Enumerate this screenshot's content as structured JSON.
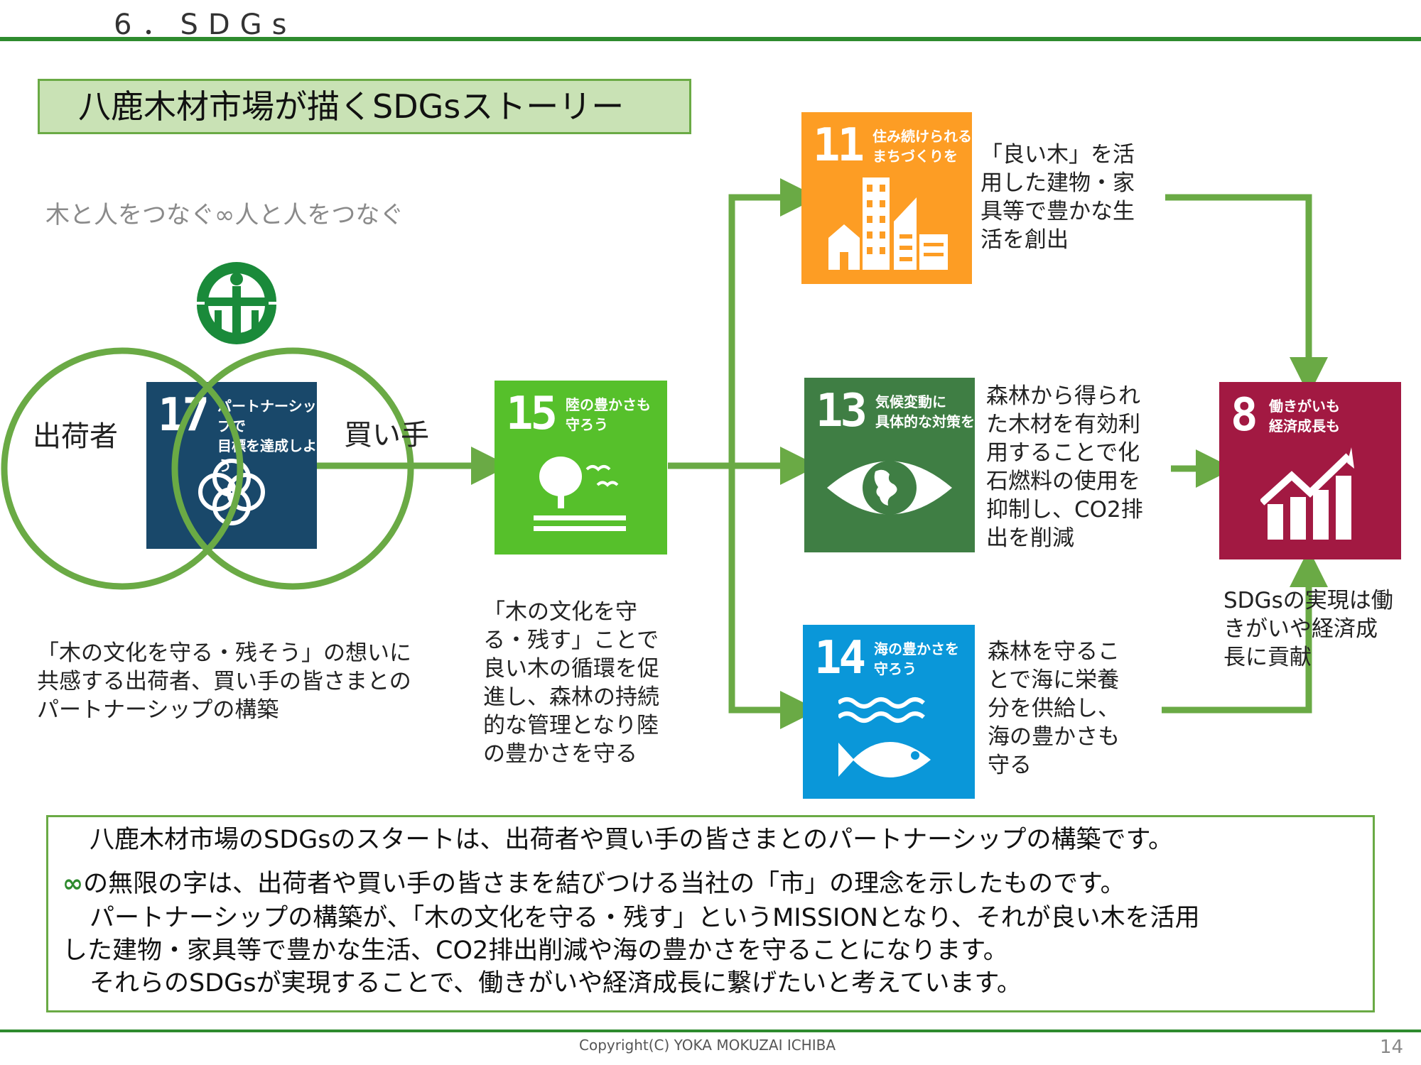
{
  "header": {
    "section_title": "6．SDGs"
  },
  "story": {
    "title": "八鹿木材市場が描くSDGsストーリー",
    "tagline": "木と人をつなぐ∞人と人をつなぐ"
  },
  "partnership": {
    "shipper_label": "出荷者",
    "buyer_label": "買い手",
    "description_lines": [
      "「木の文化を守る・残そう」の想いに",
      "共感する出荷者、買い手の皆さまとの",
      "パートナーシップの構築"
    ]
  },
  "goals": {
    "g17": {
      "number": "17",
      "caption_lines": [
        "パートナーシップで",
        "目標を達成しよう"
      ],
      "color": "#19486a"
    },
    "g15": {
      "number": "15",
      "caption_lines": [
        "陸の豊かさも",
        "守ろう"
      ],
      "color": "#56c02b",
      "description_lines": [
        "「木の文化を守",
        "る・残す」ことで",
        "良い木の循環を促",
        "進し、森林の持続",
        "的な管理となり陸",
        "の豊かさを守る"
      ]
    },
    "g11": {
      "number": "11",
      "caption_lines": [
        "住み続けられる",
        "まちづくりを"
      ],
      "color": "#fd9d24",
      "description_lines": [
        "「良い木」を活",
        "用した建物・家",
        "具等で豊かな生",
        "活を創出"
      ]
    },
    "g13": {
      "number": "13",
      "caption_lines": [
        "気候変動に",
        "具体的な対策を"
      ],
      "color": "#3f7e44",
      "description_lines": [
        "森林から得られ",
        "た木材を有効利",
        "用することで化",
        "石燃料の使用を",
        "抑制し、CO2排",
        "出を削減"
      ]
    },
    "g14": {
      "number": "14",
      "caption_lines": [
        "海の豊かさを",
        "守ろう"
      ],
      "color": "#0a97d9",
      "description_lines": [
        "森林を守るこ",
        "とで海に栄養",
        "分を供給し、",
        "海の豊かさも",
        "守る"
      ]
    },
    "g8": {
      "number": "8",
      "caption_lines": [
        "働きがいも",
        "経済成長も"
      ],
      "color": "#a21942",
      "description_lines": [
        "SDGsの実現は働",
        "きがいや経済成",
        "長に貢献"
      ]
    }
  },
  "summary": {
    "line1": "八鹿木材市場のSDGsのスタートは、出荷者や買い手の皆さまとのパートナーシップの構築です。",
    "line2_symbol": "∞",
    "line2": "の無限の字は、出荷者や買い手の皆さまを結びつける当社の「市」の理念を示したものです。",
    "line3": "パートナーシップの構築が、「木の文化を守る・残す」というMISSIONとなり、それが良い木を活用",
    "line4": "した建物・家具等で豊かな生活、CO2排出削減や海の豊かさを守ることになります。",
    "line5": "それらのSDGsが実現することで、働きがいや経済成長に繋げたいと考えています。"
  },
  "footer": {
    "copyright": "Copyright(C) YOKA MOKUZAI ICHIBA",
    "page_number": "14"
  },
  "colors": {
    "accent_green": "#2e8b2e",
    "arrow_green": "#6aaa45",
    "title_fill": "#c9e2b5"
  }
}
